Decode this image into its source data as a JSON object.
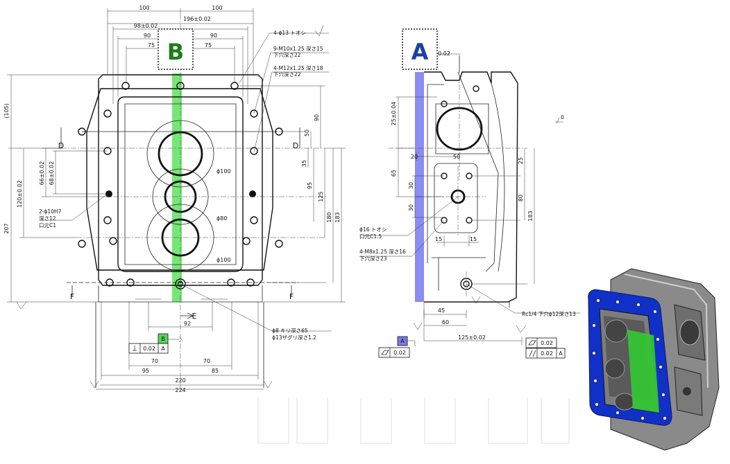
{
  "datum_labels": {
    "b": "B",
    "a": "A"
  },
  "colors": {
    "datum_b_green": "#1a7d1a",
    "datum_a_blue": "#1f3fa8",
    "green_band": "#5ee35e",
    "blue_band": "#8c8cf2",
    "model_blue": "#1030c8",
    "model_green": "#35c435",
    "model_gray": "#8a8a8a"
  },
  "front_view": {
    "dim_100_left": "100",
    "dim_196": "196±0.02",
    "dim_100_right": "100",
    "dim_98": "98±0.02",
    "dim_90_left": "90",
    "dim_90_right": "90",
    "dim_75_left": "75",
    "dim_75_right": "75",
    "dim_105": "(105)",
    "dim_207": "207",
    "dim_120": "120±0.02",
    "dim_66": "66±0.02",
    "dim_68": "68±0.02",
    "dim_90_v": "90",
    "dim_50_v": "50",
    "dim_35_v": "35",
    "dim_95_v": "95",
    "dim_125_v": "125",
    "dim_180_v": "180",
    "dim_183_v": "183",
    "dia_100_top": "ϕ100",
    "dia_80": "ϕ80",
    "dia_100_bot": "ϕ100",
    "note_4_13": "4-ϕ13 トオシ",
    "note_m10_a": "9-M10x1.25 深さ15",
    "note_m10_b": "下穴深さ22",
    "note_m12_a": "4-M12x1.25 深さ18",
    "note_m12_b": "下穴深さ22",
    "note_2_10_a": "2-ϕ10H7",
    "note_2_10_b": "深さ12",
    "note_2_10_c": "口元C1",
    "note_8_a": "ϕ8 キリ深さ65",
    "note_8_b": "ϕ13ザグリ深さ1.2",
    "sec_d_left": "D",
    "sec_d_right": "D",
    "sec_f_left": "F",
    "sec_f_right": "F",
    "sec_e": "E",
    "dim_92": "92",
    "dim_70_left": "70",
    "dim_70_right": "70",
    "dim_95_bot": "95",
    "dim_85_bot": "85",
    "dim_220": "220",
    "dim_224": "224",
    "tol_value": "0.02",
    "tol_ref": "A",
    "tol_datum": "B"
  },
  "side_view": {
    "dim_0_02": "0.02",
    "dim_25_v": "25±0.04",
    "dim_20": "20",
    "dim_50": "50",
    "dim_65": "65",
    "dim_30_a": "30",
    "dim_30_b": "30",
    "dim_25_r": "25",
    "dim_80_r": "80",
    "dim_183_r": "183",
    "dim_15_a": "15",
    "dim_15_b": "15",
    "dim_45": "45",
    "dim_60": "60",
    "dim_125": "125±0.02",
    "note_16_a": "ϕ16 トオシ",
    "note_16_b": "口元C1.5",
    "note_m8_a": "4-M8x1.25 深さ16",
    "note_m8_b": "下穴深さ23",
    "note_rc": "Rc1/4 下穴ϕ12深さ13",
    "tol_flat": "0.02",
    "tol_par": "0.02",
    "tol_par_ref": "A",
    "tol_left": "0.02",
    "datum": "A",
    "mark_0": "0"
  }
}
